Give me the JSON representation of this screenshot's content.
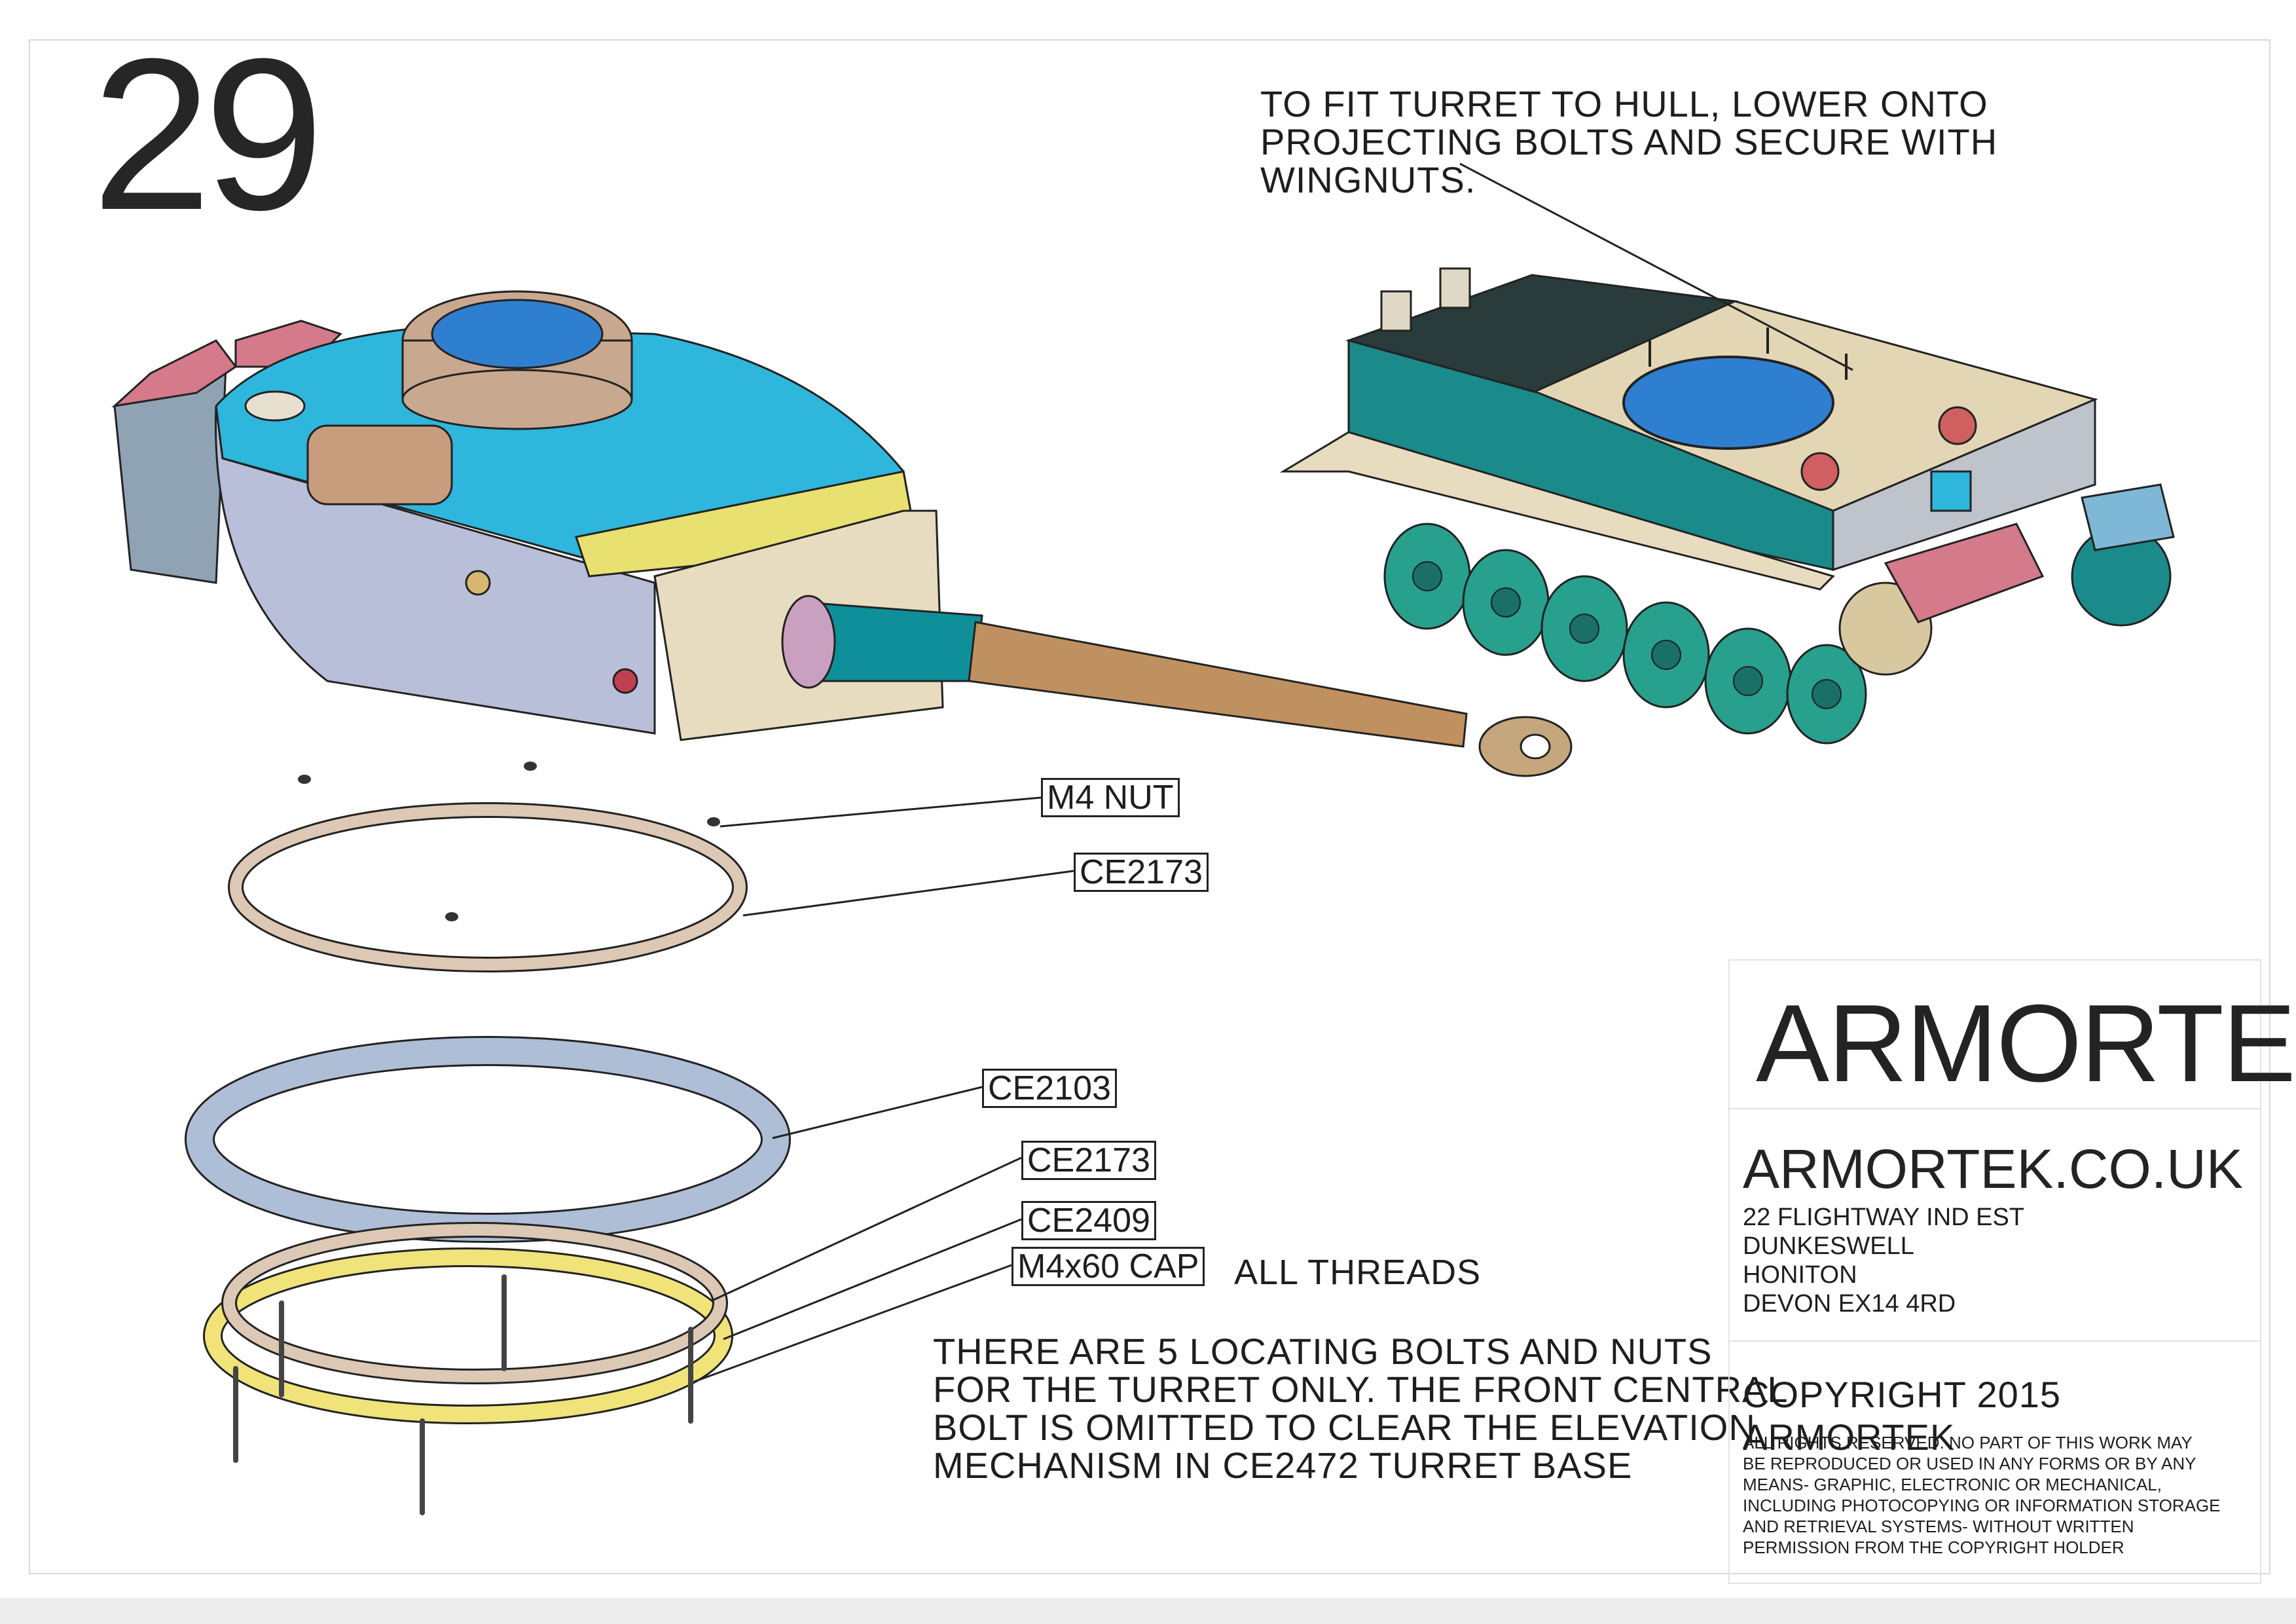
{
  "step": {
    "number": "29"
  },
  "fit_note": {
    "lines": [
      "TO FIT TURRET TO HULL, LOWER ONTO",
      "PROJECTING BOLTS AND SECURE WITH",
      "WINGNUTS."
    ]
  },
  "callouts": {
    "m4_nut": "M4 NUT",
    "ce2173_upper": "CE2173",
    "ce2103": "CE2103",
    "ce2173_lower": "CE2173",
    "ce2409": "CE2409",
    "m4x60_cap": "M4x60 CAP"
  },
  "threads_note": "ALL THREADS",
  "bolts_note": {
    "lines": [
      "THERE ARE 5 LOCATING BOLTS AND NUTS",
      "FOR THE TURRET ONLY.  THE FRONT CENTRAL",
      "BOLT IS OMITTED TO CLEAR THE ELEVATION",
      "MECHANISM IN CE2472 TURRET BASE"
    ]
  },
  "title_block": {
    "brand": "ARMORTEK",
    "website": "ARMORTEK.CO.UK",
    "address": [
      "22 FLIGHTWAY IND EST",
      "DUNKESWELL",
      "HONITON",
      "DEVON EX14 4RD"
    ],
    "copyright": "COPYRIGHT 2015 ARMORTEK",
    "rights": [
      "ALL RIGHTS RESERVED. NO PART OF THIS WORK MAY",
      "BE REPRODUCED OR USED IN ANY FORMS OR BY ANY",
      "MEANS- GRAPHIC, ELECTRONIC OR MECHANICAL,",
      "INCLUDING PHOTOCOPYING OR INFORMATION STORAGE",
      "AND RETRIEVAL SYSTEMS- WITHOUT WRITTEN",
      "PERMISSION FROM THE COPYRIGHT HOLDER"
    ]
  },
  "colors": {
    "turret_top": "#2fb6dc",
    "turret_side": "#b9bfd8",
    "mantlet": "#e8dcc0",
    "barrel_sleeve": "#0f8f99",
    "barrel": "#c09160",
    "hull_deck": "#e3d6b4",
    "hull_side": "#1a8a8a",
    "road_wheels": "#27a08e",
    "ring_ce2173": "#dcc8b4",
    "ring_ce2103": "#aebed6",
    "ring_ce2409": "#efe37a"
  }
}
